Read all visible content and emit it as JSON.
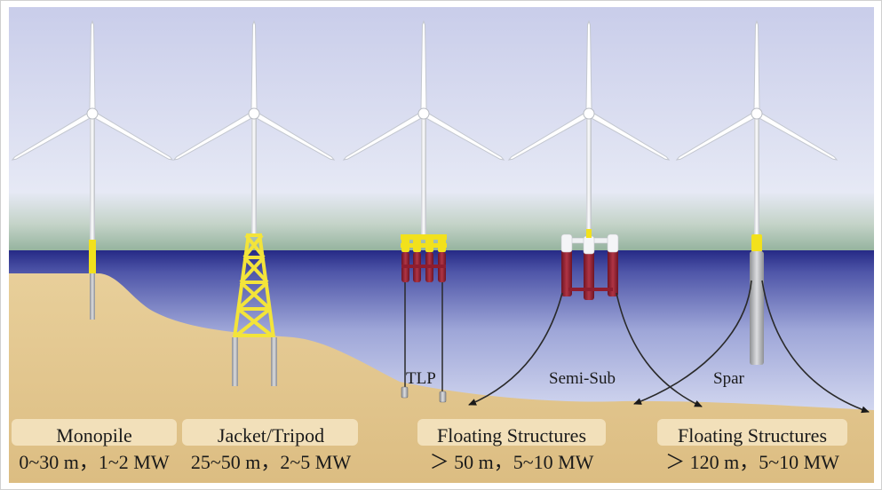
{
  "structures": [
    {
      "id": "tlp",
      "label": "TLP"
    },
    {
      "id": "semisub",
      "label": "Semi-Sub"
    },
    {
      "id": "spar",
      "label": "Spar"
    }
  ],
  "captions": [
    {
      "id": "monopile",
      "line1": "Monopile",
      "line2": "0~30 m，1~2 MW"
    },
    {
      "id": "jacket",
      "line1": "Jacket/Tripod",
      "line2": "25~50 m，2~5 MW"
    },
    {
      "id": "floating1",
      "line1": "Floating Structures",
      "line2": "＞ 50 m，5~10 MW"
    },
    {
      "id": "floating2",
      "line1": "Floating Structures",
      "line2": "＞ 120 m，5~10 MW"
    }
  ],
  "colors": {
    "sky_top": "#cfd3ec",
    "sky_bottom": "#e9ecf6",
    "horizon": "#9fb9a6",
    "sea_top": "#2b2f8a",
    "sea_bottom": "#cdd3ef",
    "seabed": "#e2c48c",
    "tower": "#f4f6f8",
    "yellow": "#f2e11c",
    "jacket_yellow": "#f3e43a",
    "float_red": "#8e1d2f",
    "pile_gray": "#b9babc",
    "label_box": "#f2e2bd"
  }
}
